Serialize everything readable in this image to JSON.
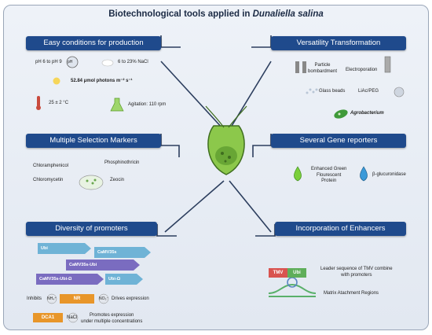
{
  "title": {
    "prefix": "Biotechnological tools applied in",
    "species": "Dunaliella salina"
  },
  "sections": {
    "conditions": {
      "header": "Easy conditions for production",
      "ph": "pH 6 to pH 9",
      "ph_icon": "pH",
      "nacl": "6 to 23% NaCl",
      "light": "52.84 μmol photons m⁻² s⁻¹",
      "temperature": "25 ± 2 °C",
      "agitation": "Agitation: 110 rpm"
    },
    "transformation": {
      "header": "Versatility Transformation",
      "particle": "Particle bombardment",
      "particle_l1": "Particle",
      "particle_l2": "bombardment",
      "electro": "Electroporation",
      "glass": "Glass beads",
      "liac": "LiAc/PEG",
      "agro": "Agrobacterium"
    },
    "markers": {
      "header": "Multiple Selection Markers",
      "chloramphenicol": "Chloramphenicol",
      "phosphinothricin": "Phosphinothricin",
      "chloromycetin": "Chloromycetin",
      "zeocin": "Zeocin"
    },
    "reporters": {
      "header": "Several Gene reporters",
      "egfp_l1": "Enhanced Green",
      "egfp_l2": "Flourescent",
      "egfp_l3": "Protein",
      "gus": "β-glucuronidase"
    },
    "promoters": {
      "header": "Diversity of promoters",
      "ubi": "Ubi",
      "camv": "CaMV35s",
      "camv_ubi": "CaMV35s-Ubi",
      "camv_ubi_omega": "CaMV35s-Ubi-Ω",
      "ubi_omega": "Ubi-Ω",
      "inhibits": "Inhibits",
      "nh4": "NH₄⁺",
      "nr": "NR",
      "no3": "NO₃⁻",
      "drives": "Drives expression",
      "dca1": "DCA1",
      "nacl": "NaCl",
      "promotes_l1": "Promotes expression",
      "promotes_l2": "under multiple concentrations"
    },
    "enhancers": {
      "header": "Incorporation of Enhancers",
      "tmv": "TMV",
      "ubi": "Ubi",
      "leader_l1": "Leader sequence of TMV combine",
      "leader_l2": "with promoters",
      "matrix": "Matrix Atachment Regions"
    }
  },
  "colors": {
    "banner": "#1f4a8c",
    "promoter_arrow": "#6fb3d6",
    "promoter_arrow_purple": "#7a6cc0",
    "nr_chip": "#e8962a",
    "dca1_chip": "#e8962a",
    "tmv_chip": "#d9534f",
    "ubi_chip_green": "#5fae5a",
    "cell_green": "#7bbf3e"
  }
}
